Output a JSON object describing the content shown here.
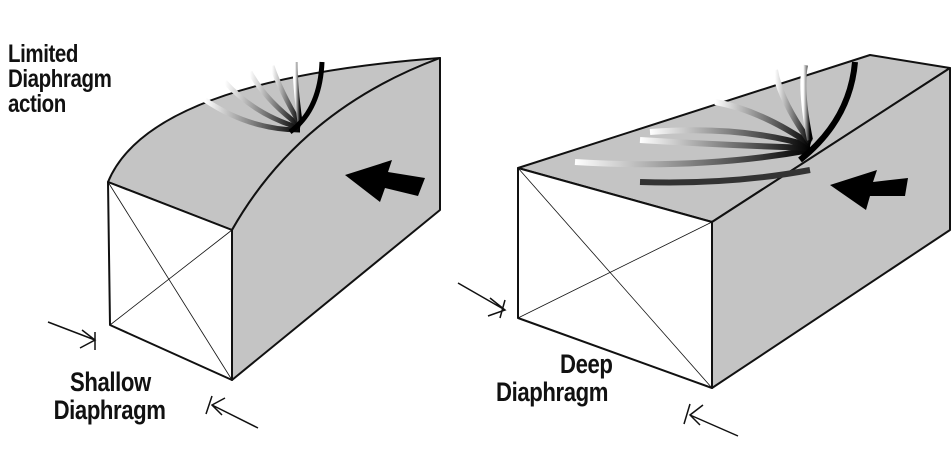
{
  "labels": {
    "limited": [
      "Limited",
      "Diaphragm",
      "action"
    ],
    "shallow": [
      "Shallow",
      "Diaphragm"
    ],
    "deep": [
      "Deep",
      "Diaphragm"
    ]
  },
  "colors": {
    "face": "#c4c4c4",
    "line": "#111111"
  }
}
